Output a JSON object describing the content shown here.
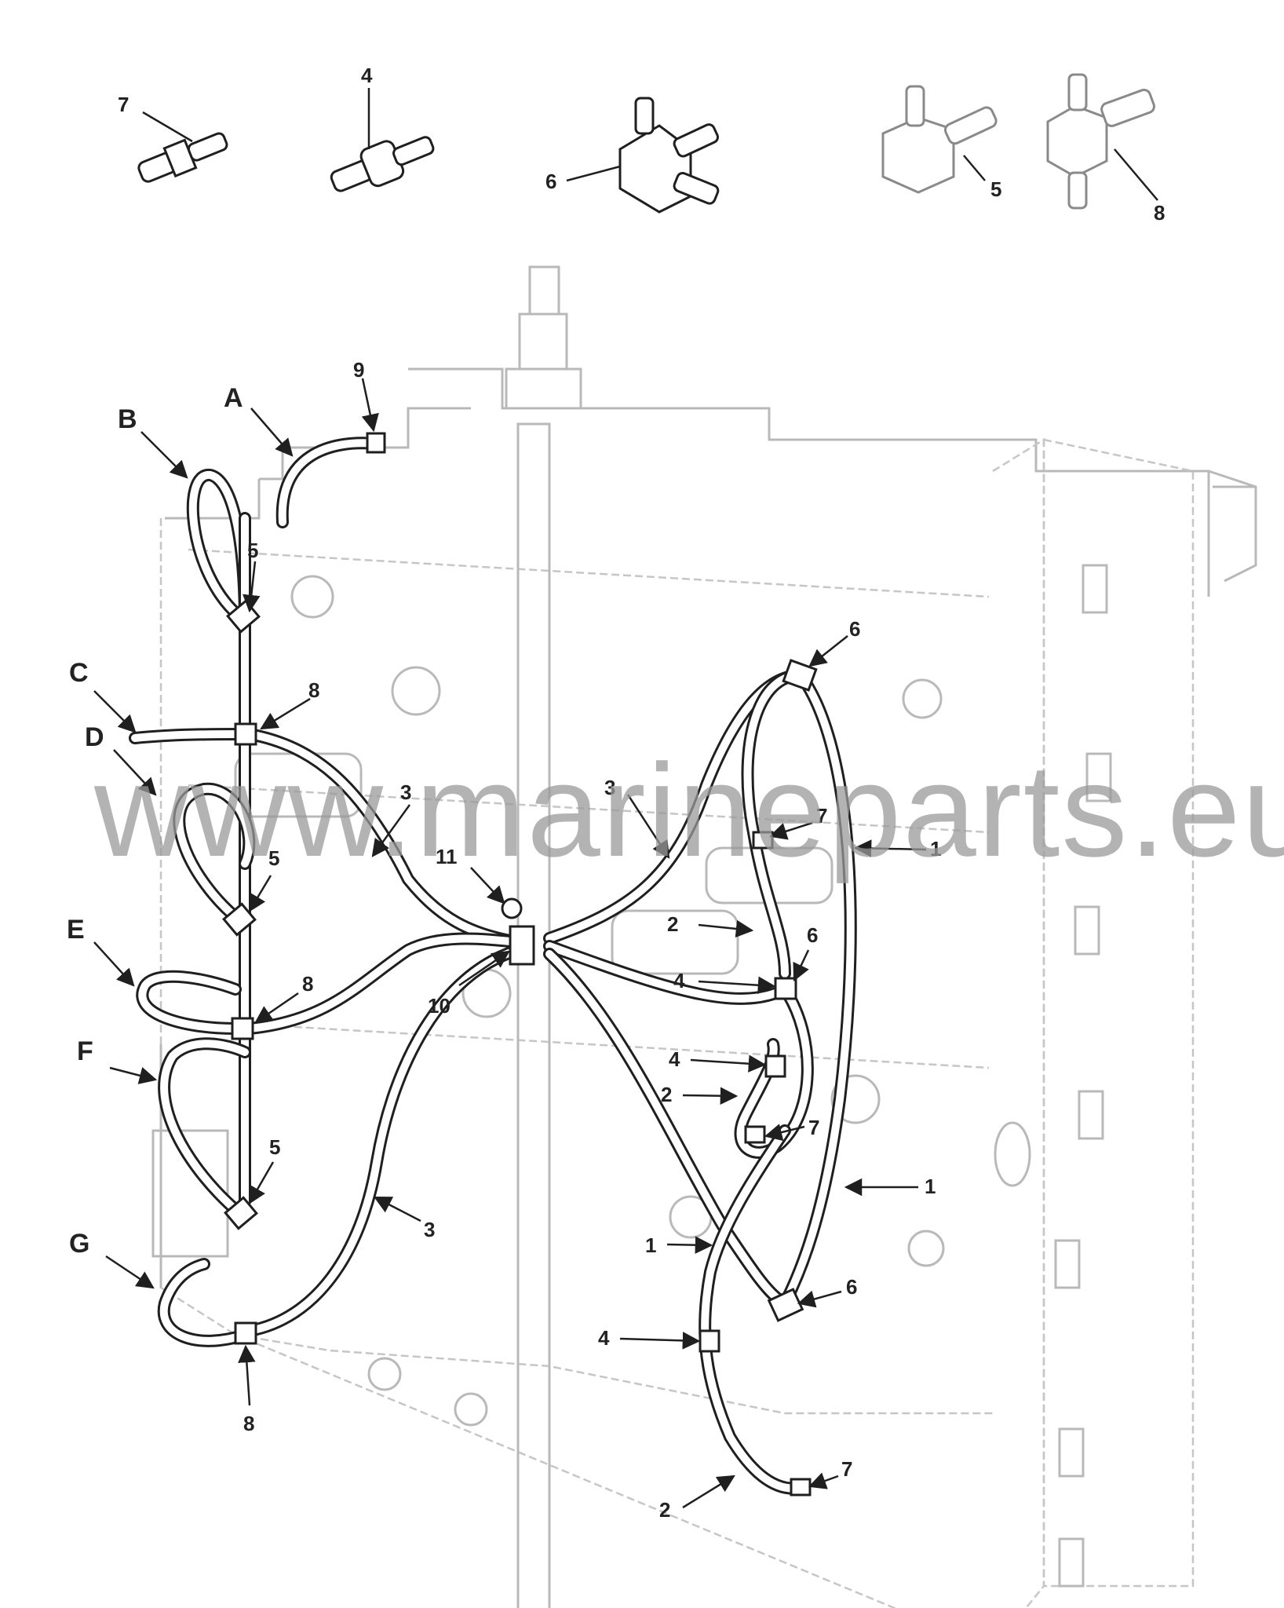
{
  "watermark": "www.marineparts.eu",
  "parts_row": {
    "fitting_7": "7",
    "fitting_4": "4",
    "fitting_6": "6",
    "fitting_5": "5",
    "fitting_8": "8"
  },
  "hose_letters": [
    "A",
    "B",
    "C",
    "D",
    "E",
    "F",
    "G"
  ],
  "callouts": {
    "left_5_top": "5",
    "left_8_top": "8",
    "left_5_mid": "5",
    "left_8_mid": "8",
    "left_5_low": "5",
    "left_8_bottom": "8",
    "clamp_9": "9",
    "clamp_11": "11",
    "clamp_10": "10",
    "hose_3_left": "3",
    "hose_3_mid": "3",
    "hose_3_low": "3",
    "right_6_top": "6",
    "right_7_top": "7",
    "right_1_top": "1",
    "right_2_top": "2",
    "right_6_mid": "6",
    "right_4_mid": "4",
    "right_4_low": "4",
    "right_2_mid": "2",
    "right_7_mid": "7",
    "right_1_mid": "1",
    "right_1_low": "1",
    "right_6_low": "6",
    "right_4_bottom": "4",
    "right_7_bottom": "7",
    "right_2_bottom": "2"
  }
}
